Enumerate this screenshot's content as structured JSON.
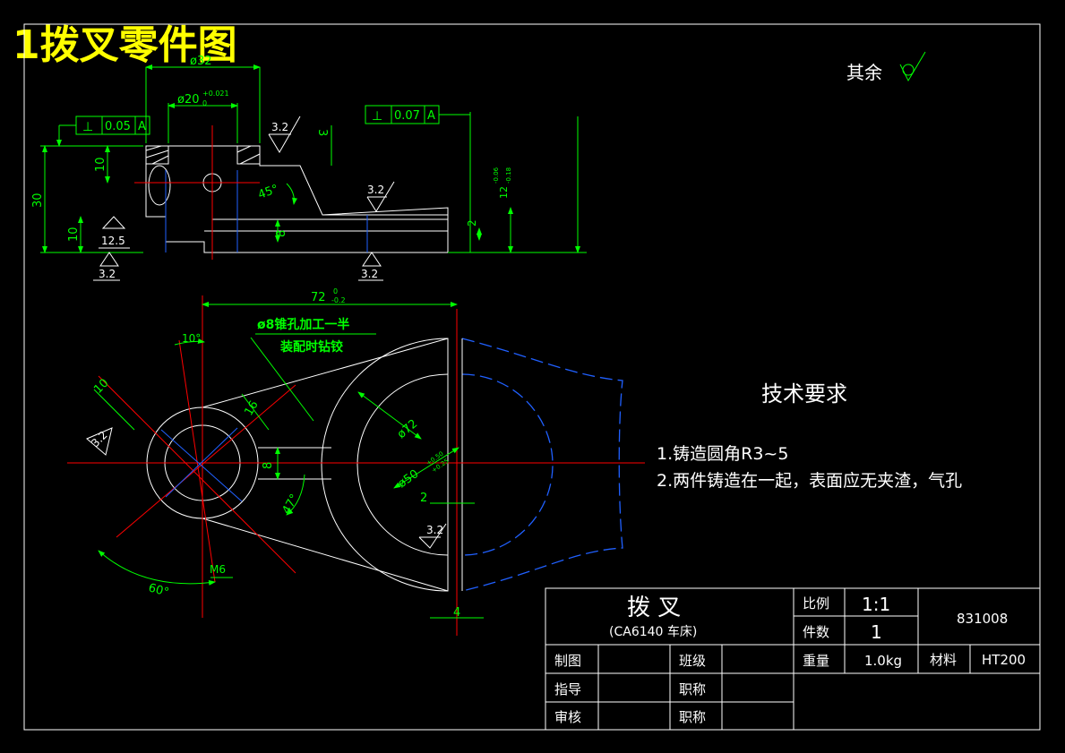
{
  "title": "1拨叉零件图",
  "roughness_note": {
    "label": "其余"
  },
  "dimensions": {
    "top_width": "ø32",
    "bore": "ø20",
    "bore_tol_upper": "+0.021",
    "bore_tol_lower": "0",
    "height": "30",
    "h10_top": "10",
    "h10_bottom": "10",
    "depth3": "3",
    "chamfer": "45°",
    "slot8": "8",
    "slot12": "12",
    "slot12_upper": "-0.06",
    "slot12_lower": "-0.18",
    "gap2": "2",
    "len72": "72",
    "len72_upper": "0",
    "len72_lower": "-0.2",
    "angle10": "10°",
    "d10": "10",
    "d16": "16",
    "phi72": "ø72",
    "phi50": "ø50",
    "phi50_upper": "+0.50",
    "phi50_lower": "+0.25",
    "d8": "8",
    "a47": "47°",
    "d2": "2",
    "a60": "60°",
    "m6": "M6",
    "d4": "4"
  },
  "tolerance_frames": [
    {
      "symbol": "⊥",
      "value": "0.05",
      "datum": "A"
    },
    {
      "symbol": "⊥",
      "value": "0.07",
      "datum": "A"
    }
  ],
  "roughness": [
    "3.2",
    "3.2",
    "12.5",
    "3.2",
    "3.2",
    "3.2",
    "3.2"
  ],
  "notes": {
    "line1": "ø8锥孔加工一半",
    "line2": "装配时钻铰"
  },
  "tech": {
    "heading": "技术要求",
    "item1": "1.铸造圆角R3~5",
    "item2": "2.两件铸造在一起，表面应无夹渣，气孔"
  },
  "title_block": {
    "part_name": "拨   叉",
    "subtitle": "(CA6140 车床)",
    "scale_label": "比例",
    "scale_value": "1:1",
    "qty_label": "件数",
    "qty_value": "1",
    "weight_label": "重量",
    "weight_value": "1.0kg",
    "material_label": "材料",
    "material_value": "HT200",
    "drawing_no": "831008",
    "draw_label": "制图",
    "class_label": "班级",
    "guide_label": "指导",
    "title_label1": "职称",
    "review_label": "审核",
    "title_label2": "职称"
  },
  "colors": {
    "background": "#000000",
    "outline": "#ffffff",
    "dimension": "#00ff00",
    "center": "#ff0000",
    "hidden": "#2060ff",
    "title": "#ffff00"
  }
}
